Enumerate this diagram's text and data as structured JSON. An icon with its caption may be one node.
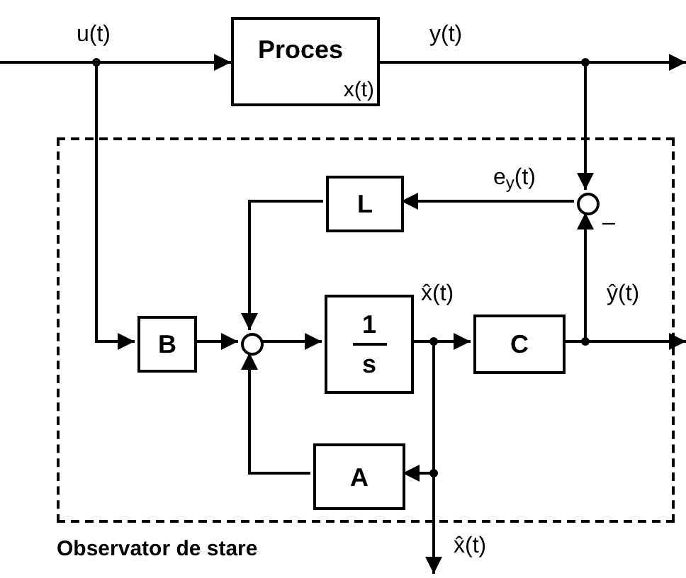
{
  "diagram": {
    "nodes": [
      {
        "text": [
          "Proces",
          "x(t)"
        ]
      },
      {
        "text": [
          "Observator de stare"
        ]
      },
      {
        "text": [
          "L"
        ],
        "in": 1
      },
      {
        "text": [],
        "shape": "circle",
        "in": 1,
        "beside": [
          "–"
        ]
      },
      {
        "text": [
          "B"
        ],
        "in": 1
      },
      {
        "text": [],
        "shape": "circle",
        "in": 1
      },
      {
        "text": [
          "1",
          "s"
        ],
        "in": 1
      },
      {
        "text": [
          "C"
        ],
        "in": 1
      },
      {
        "text": [
          "A"
        ],
        "in": 1
      }
    ],
    "edges": [
      {
        "from": null,
        "to": 0,
        "arrow": "to"
      },
      {
        "from": null,
        "to": 4,
        "arrow": "to"
      },
      {
        "from": 0,
        "to": null,
        "arrow": "to"
      },
      {
        "from": 0,
        "to": 3,
        "arrow": "to"
      },
      {
        "from": 3,
        "to": 2,
        "arrow": "to"
      },
      {
        "from": 2,
        "to": 5,
        "arrow": "to"
      },
      {
        "from": 4,
        "to": 5,
        "arrow": "to"
      },
      {
        "from": 5,
        "to": 6,
        "arrow": "to"
      },
      {
        "from": 6,
        "to": 7,
        "arrow": "to"
      },
      {
        "from": 6,
        "to": null,
        "arrow": "to"
      },
      {
        "from": 6,
        "to": 8,
        "arrow": "to"
      },
      {
        "from": 8,
        "to": 5,
        "arrow": "to"
      },
      {
        "from": 7,
        "to": null,
        "arrow": "to"
      },
      {
        "from": 7,
        "to": 3,
        "arrow": "to"
      }
    ],
    "labels": [
      "u(t)",
      "y(t)",
      "e$_{y}$(t)",
      "x̂(t)",
      "ŷ(t)",
      "x̂(t)"
    ]
  }
}
